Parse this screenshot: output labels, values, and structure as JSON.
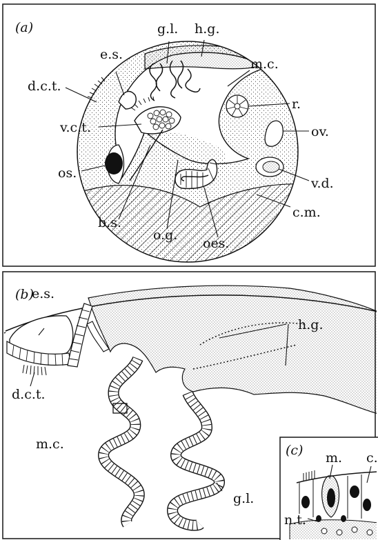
{
  "panel_a": {
    "label": "(a)",
    "labels": {
      "gl": "g.l.",
      "hg": "h.g.",
      "es": "e.s.",
      "mc": "m.c.",
      "dct": "d.c.t.",
      "r": "r.",
      "vct": "v.c.t.",
      "ov": "ov.",
      "os": "os.",
      "vd": "v.d.",
      "bs": "b.s.",
      "cm": "c.m.",
      "og": "o.g.",
      "oes": "oes."
    }
  },
  "panel_b": {
    "label": "(b)",
    "labels": {
      "es": "e.s.",
      "hg": "h.g.",
      "dct": "d.c.t.",
      "mc": "m.c.",
      "gl": "g.l."
    }
  },
  "panel_c": {
    "label": "(c)",
    "labels": {
      "m": "m.",
      "c": "c.",
      "nt": "n.t."
    }
  },
  "colors": {
    "ink": "#111111",
    "paper": "#ffffff"
  }
}
